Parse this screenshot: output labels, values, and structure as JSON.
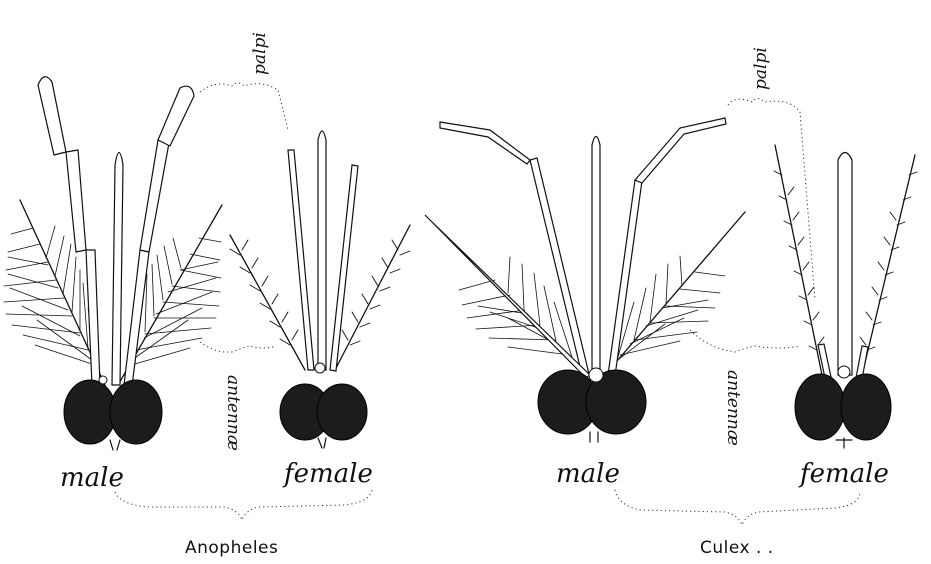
{
  "labels": {
    "palpi_left": "palpi",
    "palpi_right": "palpi",
    "antennae_left": "antennæ",
    "antennae_right": "antennæ",
    "anopheles_male": "male",
    "anopheles_female": "female",
    "culex_male": "male",
    "culex_female": "female",
    "genus_left": "Anopheles",
    "genus_right": "Culex . ."
  },
  "figures": [
    {
      "genus": "Anopheles",
      "sex": "male",
      "antennae": "plumose",
      "palpi": "long, clubbed"
    },
    {
      "genus": "Anopheles",
      "sex": "female",
      "antennae": "pilose",
      "palpi": "long"
    },
    {
      "genus": "Culex",
      "sex": "male",
      "antennae": "plumose",
      "palpi": "long"
    },
    {
      "genus": "Culex",
      "sex": "female",
      "antennae": "pilose",
      "palpi": "short"
    }
  ]
}
